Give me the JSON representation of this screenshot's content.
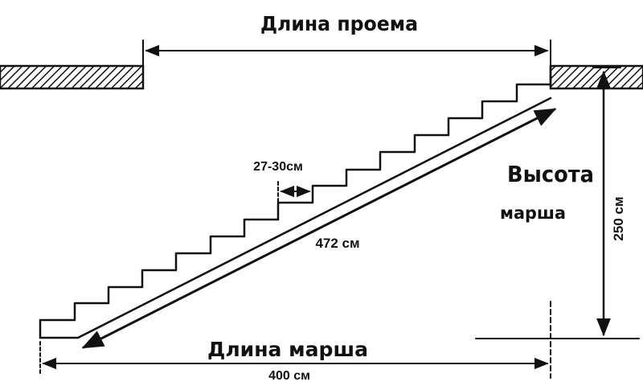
{
  "labels": {
    "opening_length": "Длина проема",
    "tread_width": "27-30см",
    "flight_height_line1": "Высота",
    "flight_height_line2": "марша",
    "stringer_length": "472 см",
    "flight_length": "Длина марша",
    "flight_length_value": "400 см",
    "height_value": "250 см"
  },
  "colors": {
    "ink": "#111111",
    "paper": "#ffffff"
  }
}
